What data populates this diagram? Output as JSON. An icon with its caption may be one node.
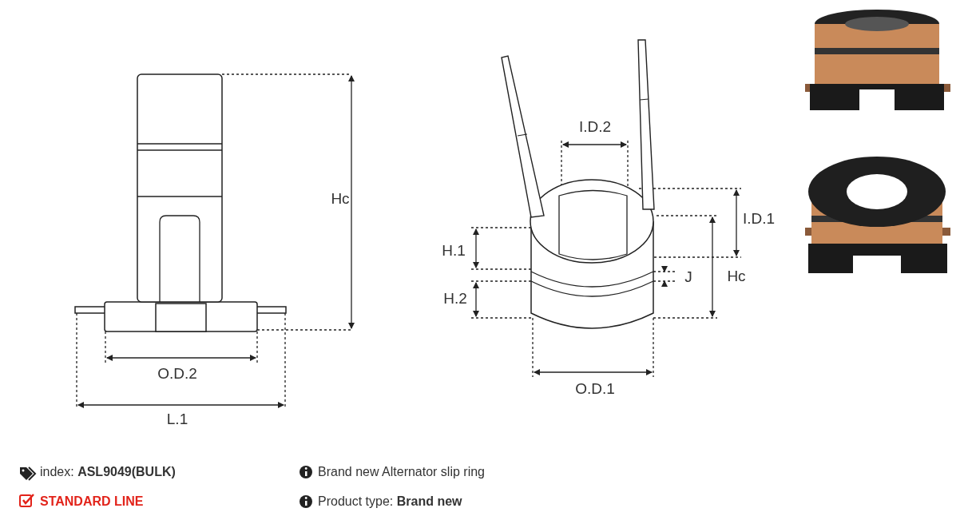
{
  "diagram": {
    "labels": [
      "Hc",
      "O.D.2",
      "L.1",
      "I.D.2",
      "I.D.1",
      "H.1",
      "H.2",
      "J",
      "Hc",
      "O.D.1",
      "index: **ASL9049(BULK)**",
      "STANDARD LINE",
      "Brand new Alternator slip ring",
      "Product type: **Brand new**"
    ]
  }
}
